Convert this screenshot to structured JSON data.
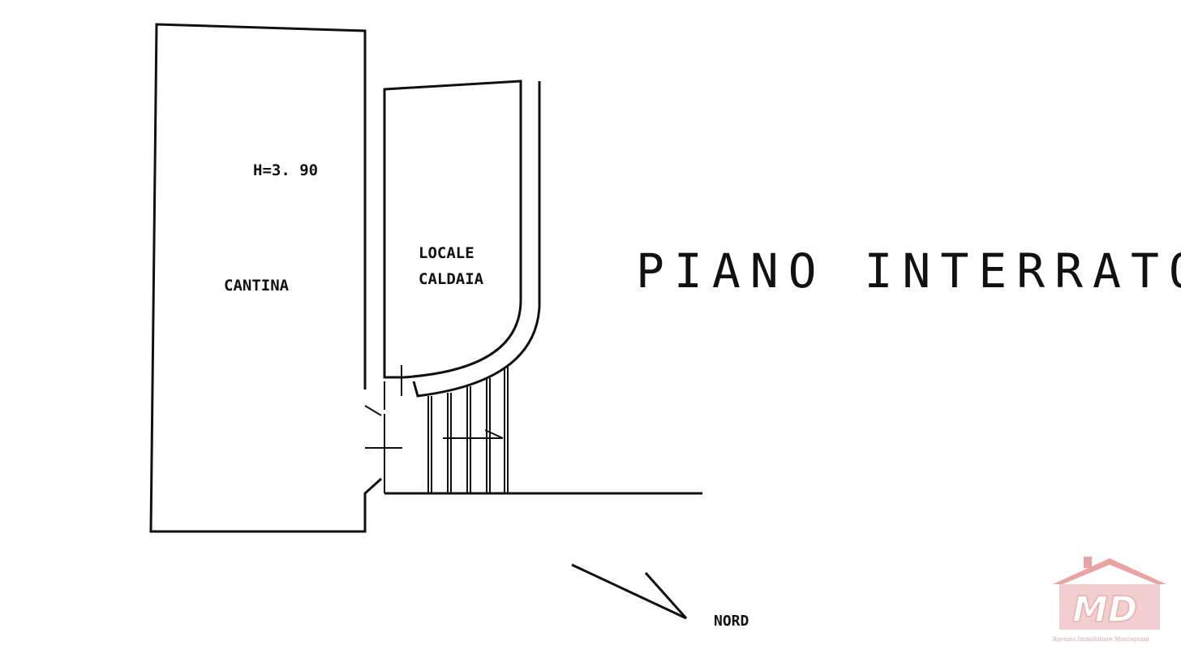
{
  "plan": {
    "title": "PIANO INTERRATO",
    "rooms": {
      "cantina": {
        "label": "CANTINA",
        "height_note": "H=3. 90"
      },
      "locale_caldaia": {
        "line1": "LOCALE",
        "line2": "CALDAIA"
      }
    },
    "north": {
      "label": "NORD"
    }
  },
  "logo": {
    "letters": "MD",
    "tagline": "Agenzia Immobiliare Montagnani",
    "colors": {
      "roof": "#e79a9a",
      "body": "#f2c9c9",
      "text_fill": "#ffffff"
    }
  },
  "colors": {
    "ink": "#111111",
    "background": "#ffffff"
  }
}
